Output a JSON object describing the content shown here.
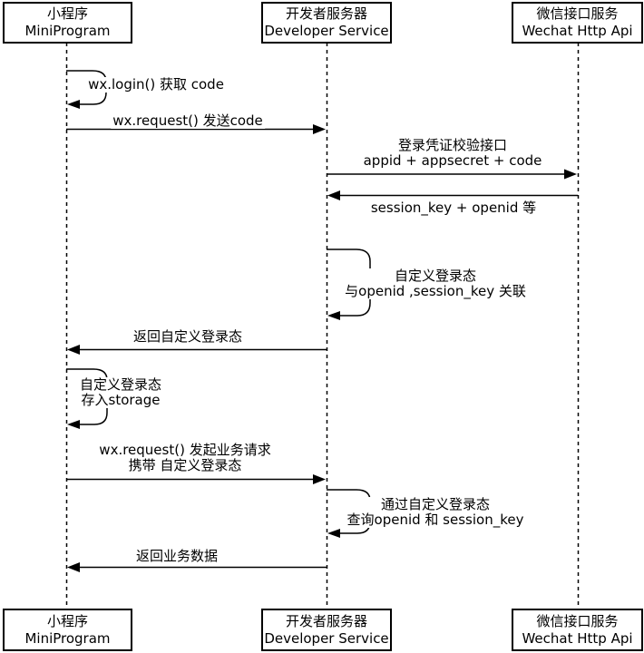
{
  "actors": {
    "miniprogram": {
      "name_zh": "小程序",
      "name_en": "MiniProgram"
    },
    "developer": {
      "name_zh": "开发者服务器",
      "name_en": "Developer Service"
    },
    "wechat": {
      "name_zh": "微信接口服务",
      "name_en": "Wechat Http Api"
    }
  },
  "messages": {
    "m1": {
      "line1": "wx.login() 获取 code"
    },
    "m2": {
      "line1": "wx.request() 发送code"
    },
    "m3": {
      "line1": "登录凭证校验接口",
      "line2": "appid + appsecret + code"
    },
    "m4": {
      "line1": "session_key + openid 等"
    },
    "m5": {
      "line1": "自定义登录态",
      "line2": "与openid ,session_key 关联"
    },
    "m6": {
      "line1": "返回自定义登录态"
    },
    "m7": {
      "line1": "自定义登录态",
      "line2": "存入storage"
    },
    "m8": {
      "line1": "wx.request() 发起业务请求",
      "line2": "携带 自定义登录态"
    },
    "m9": {
      "line1": "通过自定义登录态",
      "line2": "查询openid 和 session_key"
    },
    "m10": {
      "line1": "返回业务数据"
    }
  },
  "colors": {
    "line": "#000000",
    "background": "#ffffff",
    "text": "#000000"
  }
}
